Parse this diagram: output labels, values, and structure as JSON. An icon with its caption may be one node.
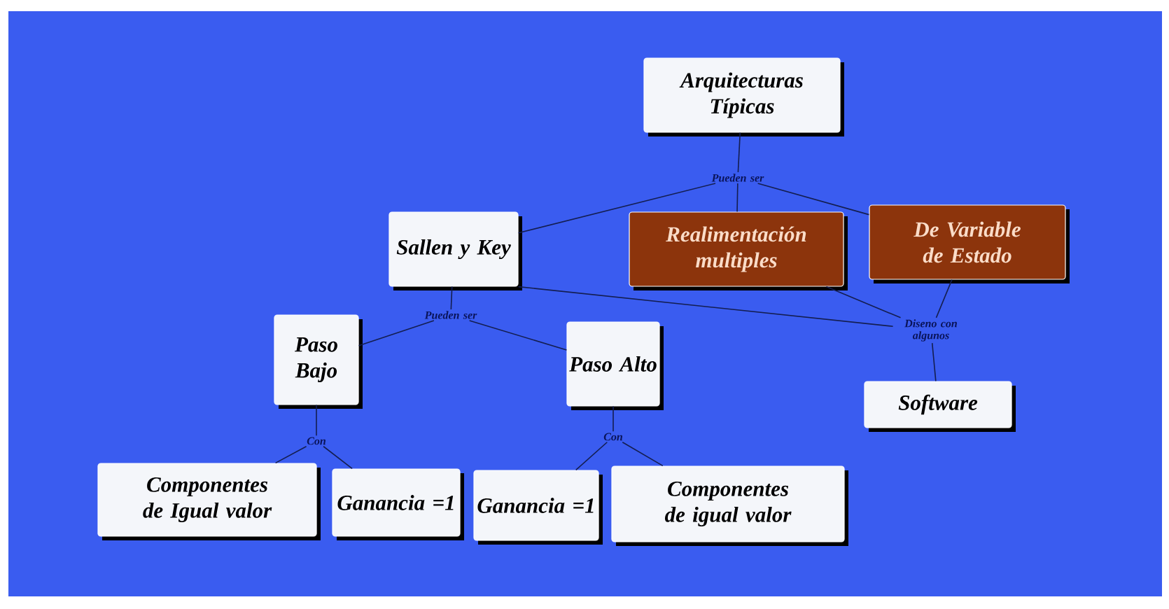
{
  "diagram": {
    "nodes": [
      {
        "text": [
          "Arquitecturas Típicas"
        ]
      },
      {
        "text": [
          "Pueden ser"
        ]
      },
      {
        "text": [
          "Sallen y Key"
        ]
      },
      {
        "text": [
          "Realimentación multiples"
        ]
      },
      {
        "text": [
          "De Variable de Estado"
        ]
      },
      {
        "text": [
          "Pueden ser"
        ]
      },
      {
        "text": [
          "Diseno con algunos"
        ]
      },
      {
        "text": [
          "Paso Bajo"
        ]
      },
      {
        "text": [
          "Paso Alto"
        ]
      },
      {
        "text": [
          "Software"
        ]
      },
      {
        "text": [
          "Con"
        ]
      },
      {
        "text": [
          "Con"
        ]
      },
      {
        "text": [
          "Componentes de Igual valor"
        ]
      },
      {
        "text": [
          "Ganancia =1"
        ]
      },
      {
        "text": [
          "Ganancia =1"
        ]
      },
      {
        "text": [
          "Componentes de igual valor"
        ]
      }
    ],
    "edges": [
      {
        "from": 0,
        "to": 1,
        "arrow": "none"
      },
      {
        "from": 1,
        "to": 2,
        "arrow": "none"
      },
      {
        "from": 1,
        "to": 3,
        "arrow": "none"
      },
      {
        "from": 1,
        "to": 4,
        "arrow": "none"
      },
      {
        "from": 2,
        "to": 5,
        "arrow": "none"
      },
      {
        "from": 5,
        "to": 7,
        "arrow": "none"
      },
      {
        "from": 5,
        "to": 8,
        "arrow": "none"
      },
      {
        "from": 2,
        "to": 6,
        "arrow": "none"
      },
      {
        "from": 3,
        "to": 6,
        "arrow": "none"
      },
      {
        "from": 4,
        "to": 6,
        "arrow": "none"
      },
      {
        "from": 6,
        "to": 9,
        "arrow": "none"
      },
      {
        "from": 7,
        "to": 10,
        "arrow": "none"
      },
      {
        "from": 10,
        "to": 12,
        "arrow": "none"
      },
      {
        "from": 10,
        "to": 13,
        "arrow": "none"
      },
      {
        "from": 8,
        "to": 11,
        "arrow": "none"
      },
      {
        "from": 11,
        "to": 14,
        "arrow": "none"
      },
      {
        "from": 11,
        "to": 15,
        "arrow": "none"
      }
    ]
  }
}
